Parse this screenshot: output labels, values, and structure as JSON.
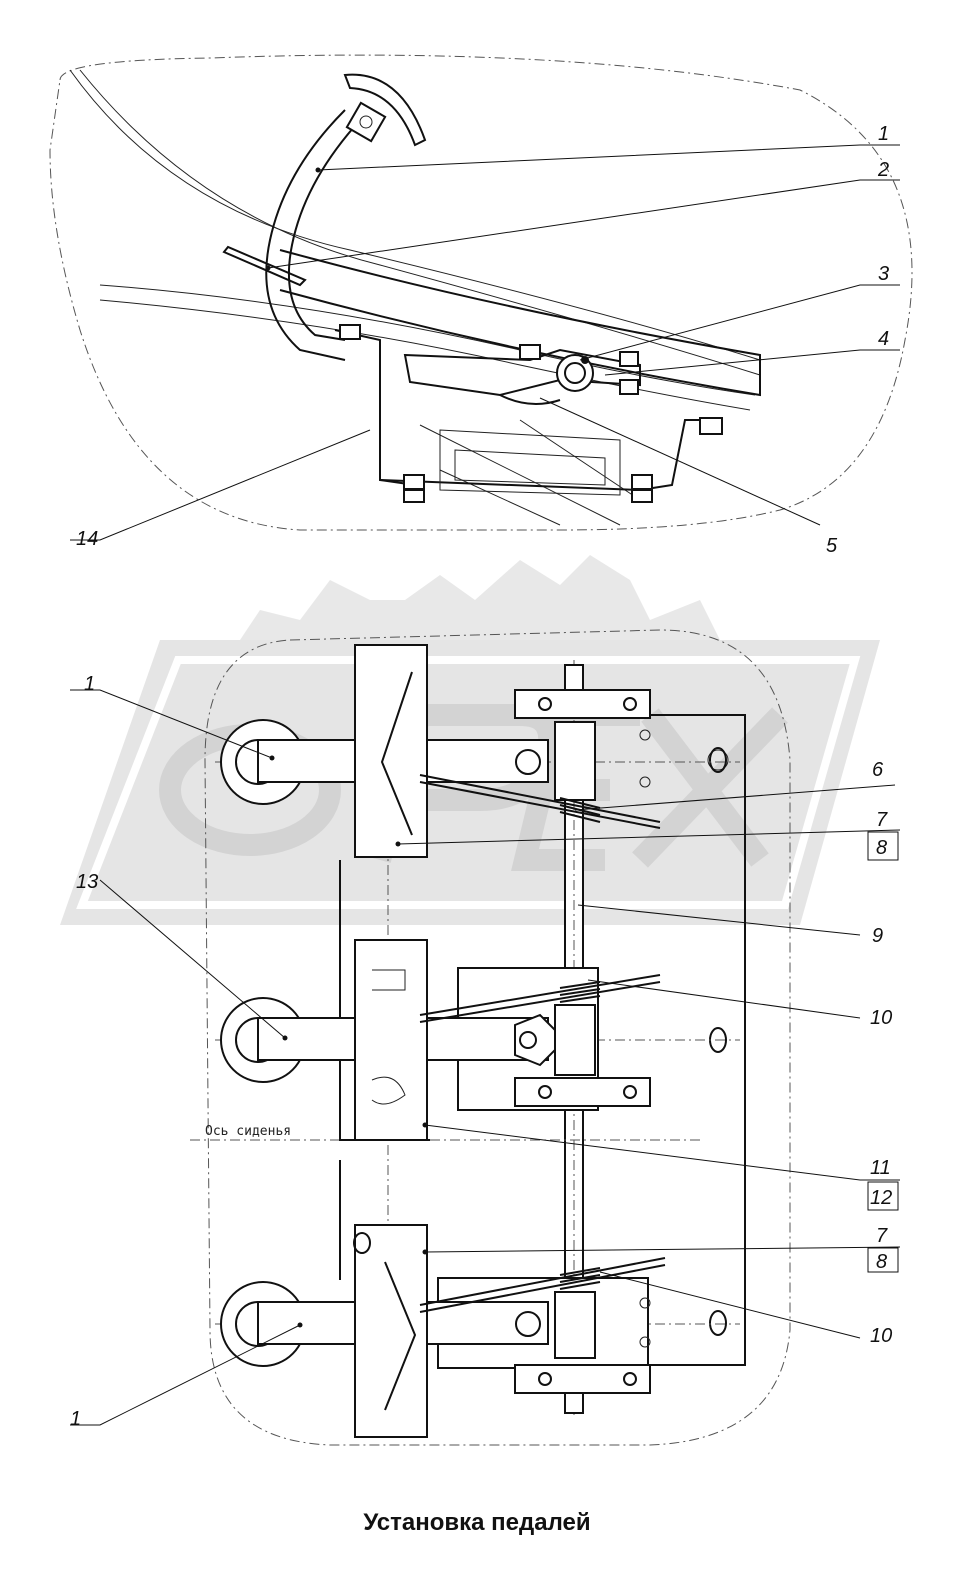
{
  "caption": "Установка педалей",
  "seat_axis_label": "Ось сиденья",
  "watermark_text": "ОРЕХ",
  "colors": {
    "line": "#111111",
    "watermark": "#d9d9d9",
    "background": "#ffffff"
  },
  "labels": {
    "top": {
      "l1": "1",
      "l2": "2",
      "l3": "3",
      "l4": "4",
      "l5": "5",
      "l14": "14"
    },
    "bottom": {
      "l1a": "1",
      "l1b": "1",
      "l6": "6",
      "l7a": "7",
      "l8a": "8",
      "l9": "9",
      "l10a": "10",
      "l10b": "10",
      "l11": "11",
      "l12": "12",
      "l7b": "7",
      "l8b": "8",
      "l13": "13"
    }
  }
}
